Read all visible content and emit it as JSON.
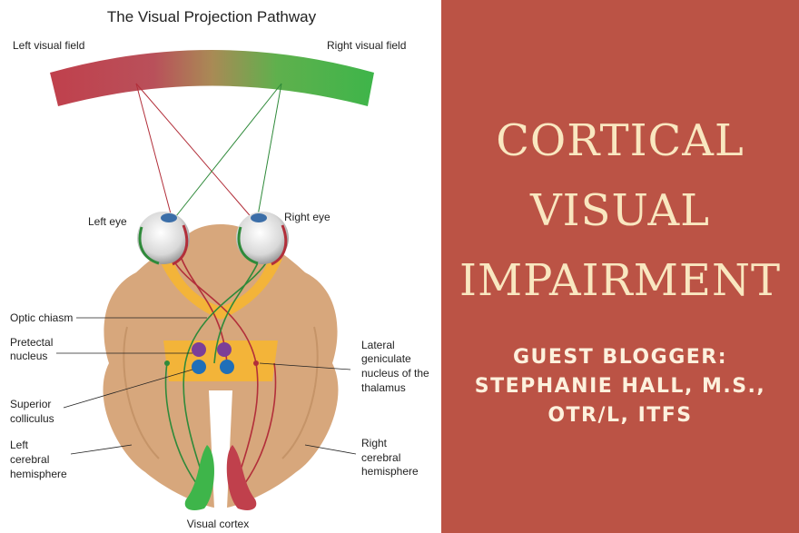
{
  "diagram": {
    "title": "The Visual Projection Pathway",
    "labels": {
      "left_visual_field": "Left visual field",
      "right_visual_field": "Right visual field",
      "left_eye": "Left eye",
      "right_eye": "Right eye",
      "optic_chiasm": "Optic chiasm",
      "pretectal_1": "Pretectal",
      "pretectal_2": "nucleus",
      "lgn_1": "Lateral",
      "lgn_2": "geniculate",
      "lgn_3": "nucleus of the",
      "lgn_4": "thalamus",
      "sc_1": "Superior",
      "sc_2": "colliculus",
      "lch_1": "Left",
      "lch_2": "cerebral",
      "lch_3": "hemisphere",
      "rch_1": "Right",
      "rch_2": "cerebral",
      "rch_3": "hemisphere",
      "visual_cortex": "Visual cortex"
    },
    "colors": {
      "field_left": "#c0404c",
      "field_right": "#3eb54a",
      "brain": "#d7a77c",
      "brain_inner": "#c59468",
      "pathway_glow": "#f6b632",
      "green_tract": "#2f8a3a",
      "red_tract": "#b22f3a",
      "pretectal": "#7b3f98",
      "colliculus": "#1f6fb8"
    }
  },
  "headline": {
    "line1": "CORTICAL",
    "line2": "VISUAL",
    "line3": "IMPAIRMENT"
  },
  "byline": {
    "line1": "GUEST BLOGGER:",
    "line2": "STEPHANIE HALL, M.S.,",
    "line3": "OTR/L, ITFS"
  }
}
